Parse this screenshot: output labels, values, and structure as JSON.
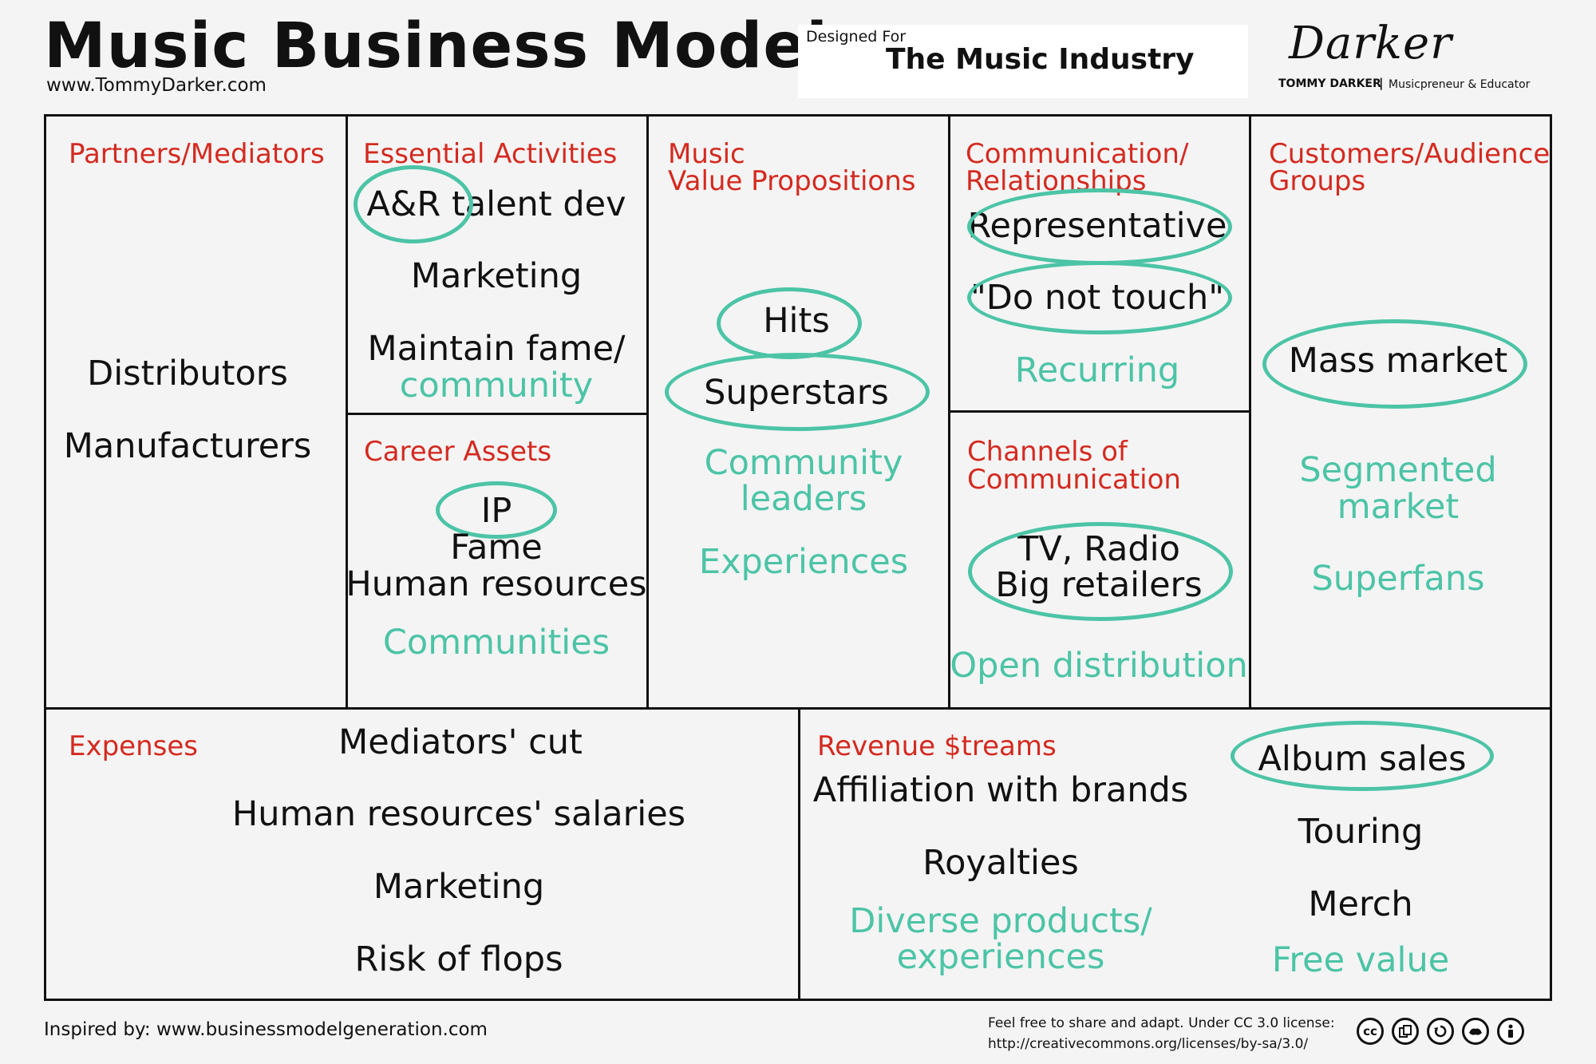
{
  "header": {
    "title": "Music Business Model",
    "website": "www.TommyDarker.com",
    "designed_for_label": "Designed For",
    "designed_for_value": "The Music Industry",
    "logo_word": "Darker",
    "logo_name": "TOMMY DARKER",
    "logo_separator": "|",
    "logo_tagline": "Musicpreneur & Educator"
  },
  "blocks": {
    "partners": {
      "heading": "Partners/Mediators",
      "items": [
        "Distributors",
        "Manufacturers"
      ]
    },
    "activities": {
      "heading": "Essential Activities",
      "items": [
        "A&R talent dev",
        "Marketing",
        "Maintain fame/",
        "community"
      ]
    },
    "assets": {
      "heading": "Career Assets",
      "items": [
        "IP",
        "Fame",
        "Human resources",
        "Communities"
      ]
    },
    "value": {
      "heading_line1": "Music",
      "heading_line2": "Value Propositions",
      "items": [
        "Hits",
        "Superstars",
        "Community",
        "leaders",
        "Experiences"
      ]
    },
    "relationships": {
      "heading_line1": "Communication/",
      "heading_line2": "Relationships",
      "items": [
        "Representative",
        "\"Do not touch\"",
        "Recurring"
      ]
    },
    "channels": {
      "heading_line1": "Channels of",
      "heading_line2": "Communication",
      "items": [
        "TV, Radio",
        "Big retailers",
        "Open distribution"
      ]
    },
    "customers": {
      "heading_line1": "Customers/Audience",
      "heading_line2": "Groups",
      "items": [
        "Mass market",
        "Segmented",
        "market",
        "Superfans"
      ]
    },
    "expenses": {
      "heading": "Expenses",
      "items": [
        "Mediators' cut",
        "Human resources' salaries",
        "Marketing",
        "Risk of flops"
      ]
    },
    "revenue": {
      "heading": "Revenue $treams",
      "items": [
        "Affiliation with brands",
        "Royalties",
        "Diverse products/",
        "experiences",
        "Album sales",
        "Touring",
        "Merch",
        "Free value"
      ]
    }
  },
  "footer": {
    "inspired": "Inspired by: www.businessmodelgeneration.com",
    "license_line1": "Feel free to share and adapt. Under CC 3.0 license:",
    "license_line2": "http://creativecommons.org/licenses/by-sa/3.0/",
    "cc_icons": [
      "cc-icon",
      "copy-icon",
      "remix-icon",
      "noncommercial-icon",
      "attribution-icon"
    ]
  },
  "colors": {
    "heading": "#d42a20",
    "teal": "#4cc4a6",
    "text": "#111111",
    "background": "#f4f4f4"
  }
}
